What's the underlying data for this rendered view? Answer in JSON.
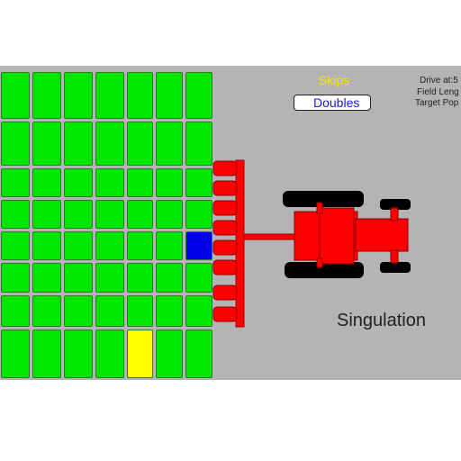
{
  "buttons": {
    "skips": "Skips",
    "doubles": "Doubles"
  },
  "info": {
    "drive_at": "Drive at:5",
    "field_length": "Field Leng",
    "target_population": "Target Pop"
  },
  "metric": {
    "label": "Singulation"
  },
  "field": {
    "columns": 7,
    "rows": 8,
    "special_cells": [
      {
        "row": 4,
        "col": 6,
        "state": "skip"
      },
      {
        "row": 7,
        "col": 4,
        "state": "double"
      }
    ]
  },
  "colors": {
    "planted": "#00e600",
    "skip": "#0000e6",
    "double": "#ffff00",
    "implement": "#ff0000",
    "tires": "#000000",
    "background": "#b5b3b5"
  }
}
